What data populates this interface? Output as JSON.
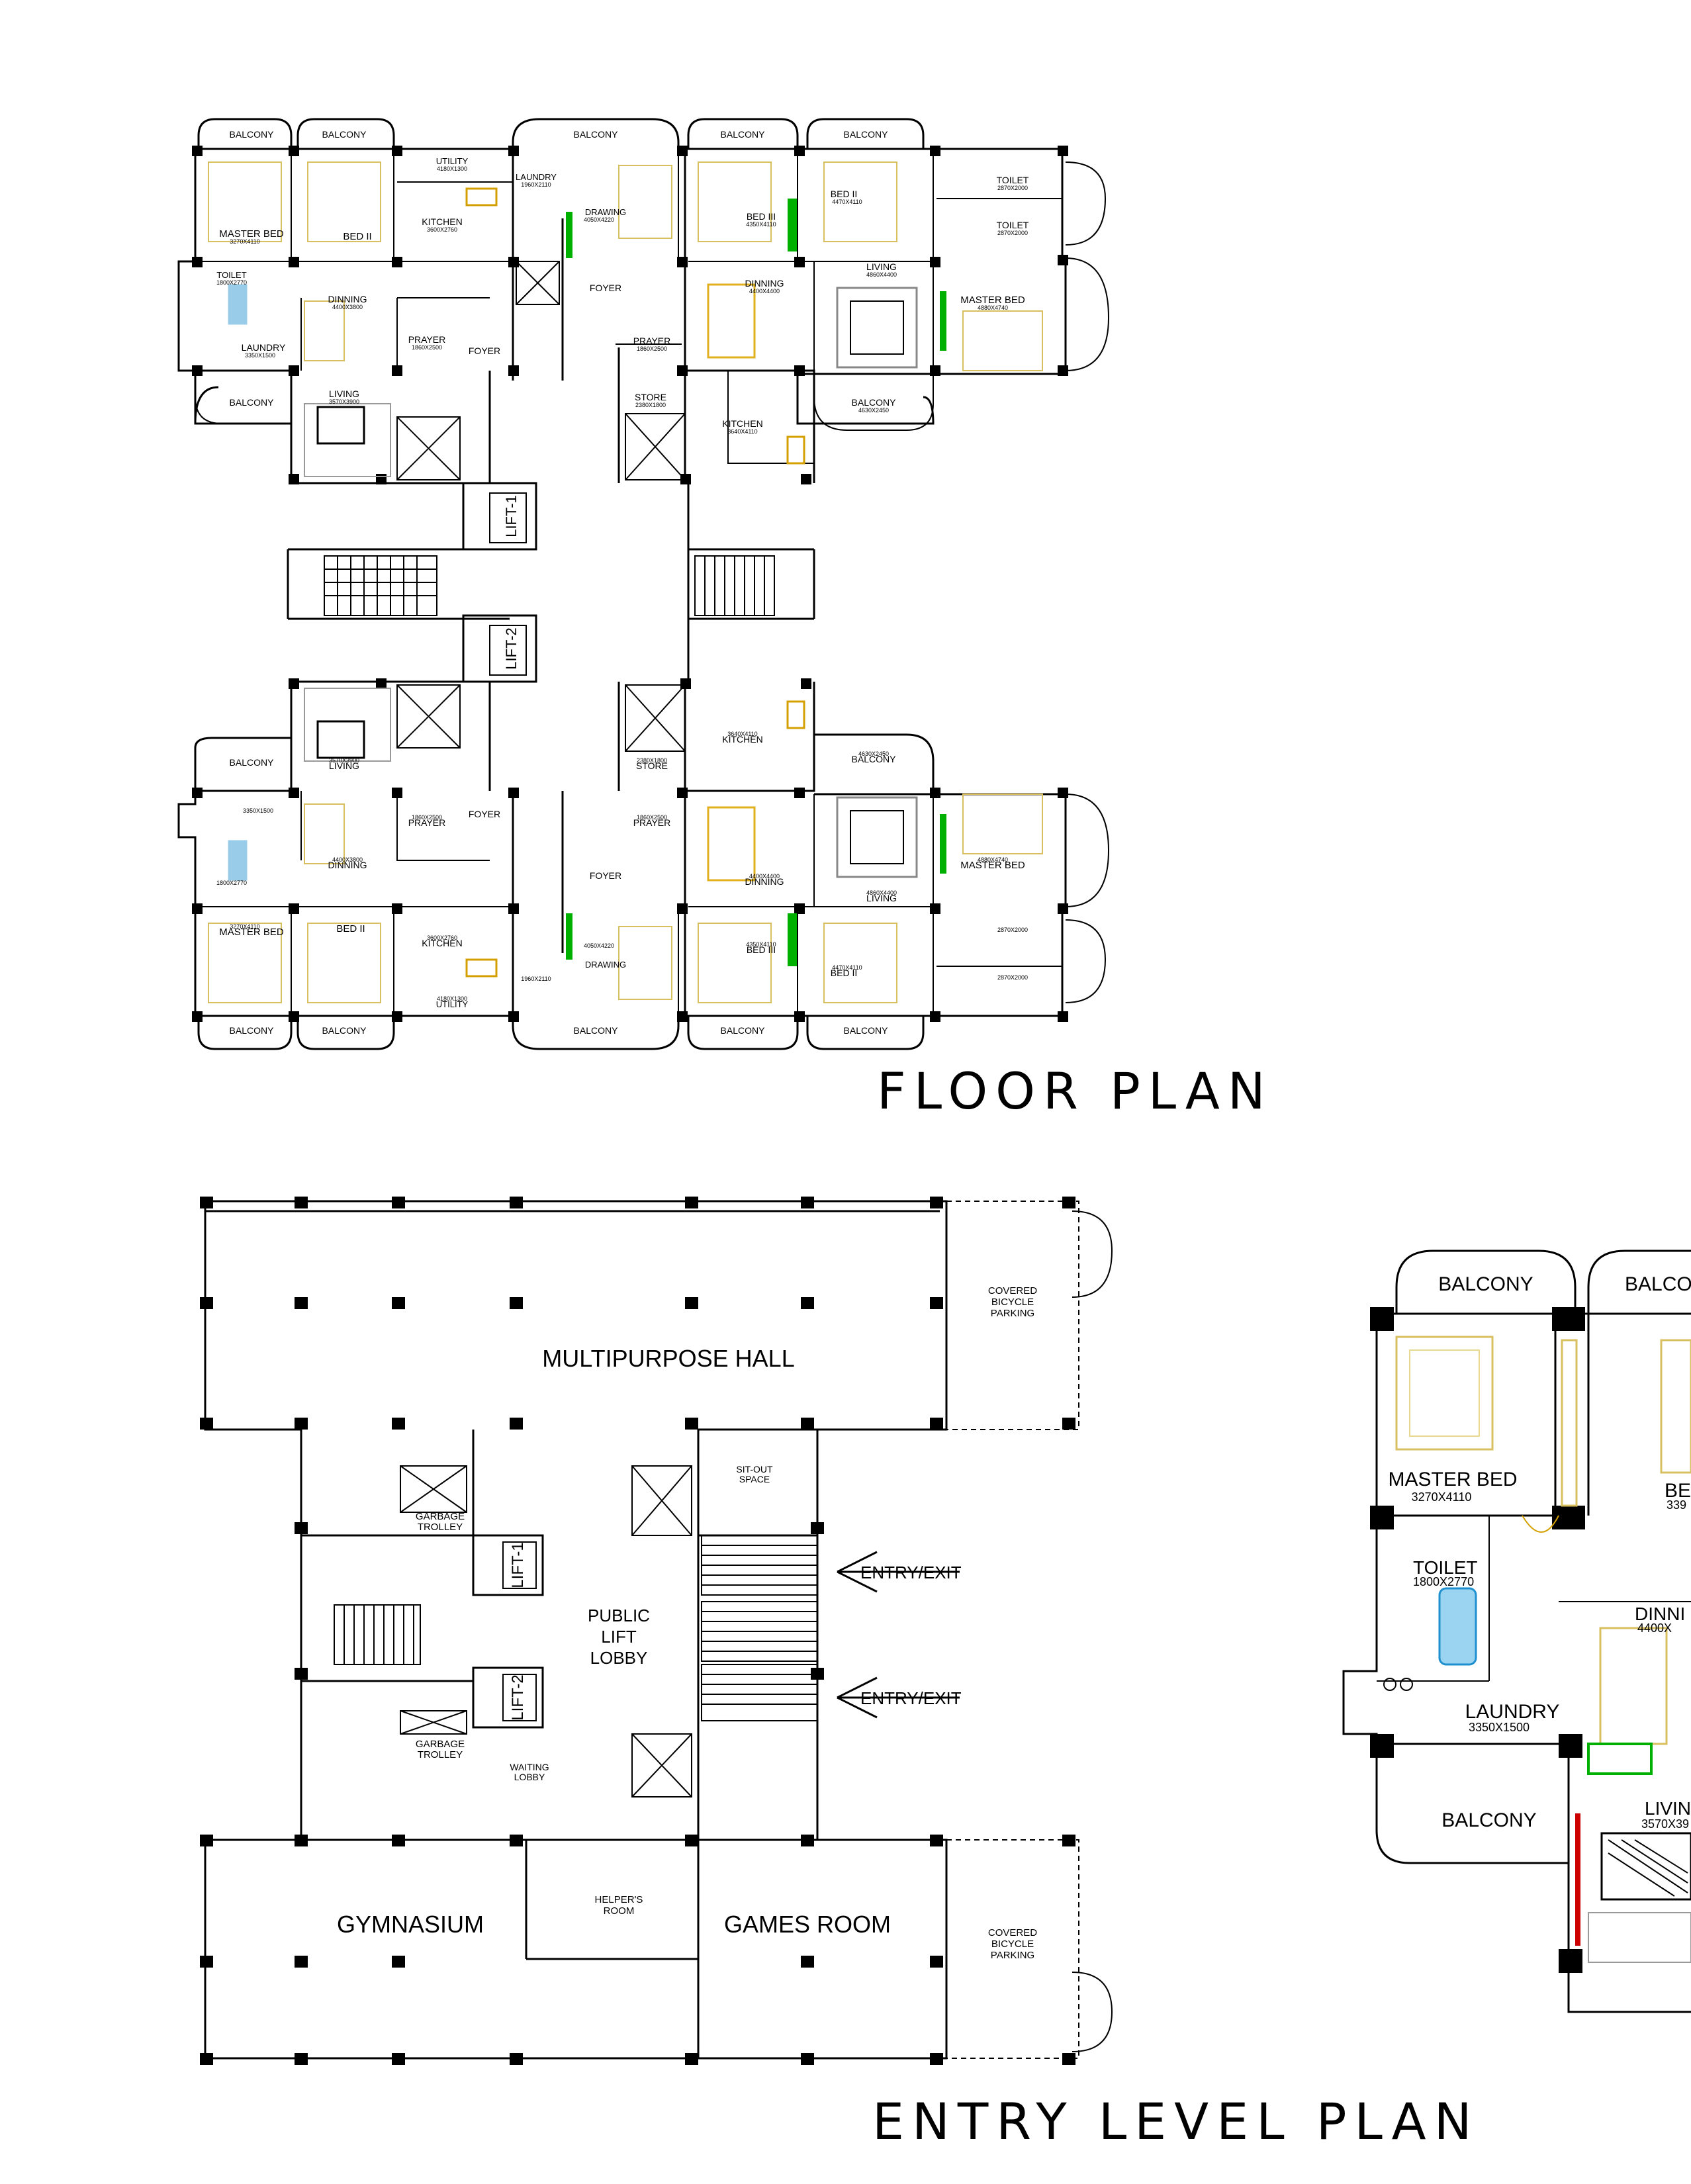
{
  "floor_plan": {
    "title": "FLOOR PLAN",
    "upper_unit_labels": {
      "balcony": "BALCONY",
      "utility": "UTILITY",
      "utility_dim": "4180X1300",
      "laundry": "LAUNDRY",
      "laundry_dim": "1960X2110",
      "drawing": "DRAWING",
      "drawing_dim": "4050X4220",
      "master_bed": "MASTER BED",
      "master_bed_dim": "3270X4110",
      "bed_ii": "BED II",
      "bed_iii": "BED III",
      "bed_iii_dim": "4350X4110",
      "bed_ii_dim": "4470X4110",
      "kitchen": "KITCHEN",
      "kitchen_dim": "3600X2760",
      "toilet": "TOILET",
      "toilet_dim": "1800X2770",
      "toilet_small_dim": "2870X2000",
      "dinning": "DINNING",
      "dinning_dim": "4400X3800",
      "dinning_right_dim": "4400X4400",
      "laundry_left": "LAUNDRY",
      "laundry_left_dim": "3350X1500",
      "prayer": "PRAYER",
      "prayer_dim": "1860X2500",
      "foyer": "FOYER",
      "living": "LIVING",
      "living_dim": "3570X3900",
      "living_right_dim": "4860X4400",
      "store": "STORE",
      "store_dim": "2380X1800",
      "kitchen_right_dim": "3640X4110",
      "master_bed_right_dim": "4880X4740",
      "balcony_dim": "4630X2450",
      "lift1": "LIFT-1",
      "lift2": "LIFT-2"
    }
  },
  "entry_level_plan": {
    "title": "ENTRY LEVEL PLAN",
    "labels": {
      "multipurpose_hall": "MULTIPURPOSE  HALL",
      "covered_bicycle_parking": [
        "COVERED",
        "BICYCLE",
        "PARKING"
      ],
      "sit_out_space": [
        "SIT-OUT",
        "SPACE"
      ],
      "garbage_trolley": [
        "GARBAGE",
        "TROLLEY"
      ],
      "lift1": "LIFT-1",
      "lift2": "LIFT-2",
      "public_lift_lobby": [
        "PUBLIC",
        "LIFT",
        "LOBBY"
      ],
      "entry_exit": "ENTRY/EXIT",
      "waiting_lobby": [
        "WAITING",
        "LOBBY"
      ],
      "gymnasium": "GYMNASIUM",
      "helpers_room": [
        "HELPER'S",
        "ROOM"
      ],
      "games_room": "GAMES  ROOM"
    }
  },
  "detail_enlargement": {
    "balcony": "BALCONY",
    "balcony_partial": "BALCO",
    "master_bed": "MASTER  BED",
    "master_bed_dim": "3270X4110",
    "bed_partial": "BE",
    "bed_partial_dim": "339",
    "toilet": "TOILET",
    "toilet_dim": "1800X2770",
    "dinning_partial": "DINNI",
    "dinning_partial_dim": "4400X",
    "laundry": "LAUNDRY",
    "laundry_dim": "3350X1500",
    "balcony_lower": "BALCONY",
    "living_partial": "LIVIN",
    "living_partial_dim": "3570X39"
  },
  "colors": {
    "ink": "#000000",
    "furniture_yellow": "#d8c060",
    "dining_gold": "#e0b020",
    "accent_red": "#e04040",
    "door_red": "#cc0000",
    "wardrobe_green": "#00b000",
    "bath_blue": "#1e90d0",
    "appliance_gold": "#d4a000",
    "salmon": "#f08070"
  }
}
